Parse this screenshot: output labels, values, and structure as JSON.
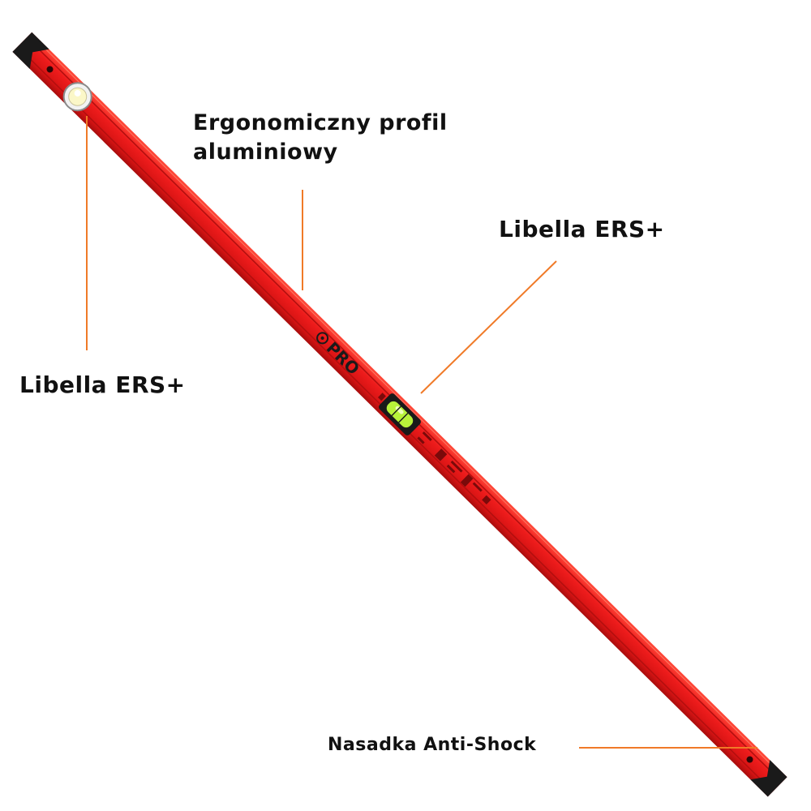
{
  "callouts": {
    "profile": {
      "line1": "Ergonomiczny profil",
      "line2": "aluminiowy"
    },
    "libella_center": "Libella ERS+",
    "libella_left": "Libella ERS+",
    "end_cap": "Nasadka Anti-Shock"
  },
  "product": {
    "brand": "PRO"
  },
  "colors": {
    "body_red": "#ee1c1c",
    "body_dark": "#b30f0f",
    "leader_orange": "#f07a28",
    "vial_green": "#b8f23a",
    "cap_black": "#1a1a1a"
  }
}
